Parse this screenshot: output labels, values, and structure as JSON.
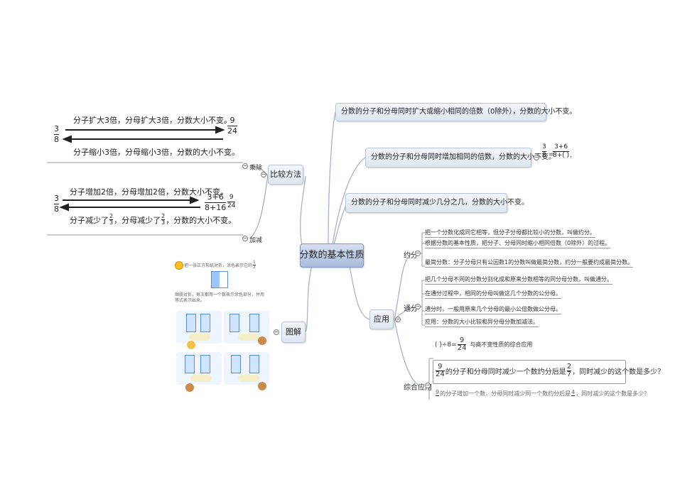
{
  "center": {
    "label": "分数的基本性质"
  },
  "top_rules": [
    {
      "label": "分数的分子和分母同时扩大或缩小相同的倍数（0除外），分数的大小不变。"
    },
    {
      "label": "分数的分子和分母同时增加相同的倍数，分数的大小不变。"
    },
    {
      "label": "分数的分子和分母同时减少几分之几，分数的大小不变。"
    }
  ],
  "rule2_formula": {
    "lhs_num": "3",
    "lhs_den": "8",
    "eq": "=",
    "rhs_num": "3+6",
    "rhs_den": "8+(  )",
    "tail": ","
  },
  "compare": {
    "label": "比较方法",
    "mul_label": "乘除",
    "add_label": "加减",
    "mul_top": "分子扩大3倍，分母扩大3倍，分数大小不变。",
    "mul_bottom": "分子缩小3倍，分母缩小3倍，分数的大小不变。",
    "mul_left": {
      "num": "3",
      "den": "8"
    },
    "mul_right": {
      "num": "9",
      "den": "24"
    },
    "add_top": "分子增加2倍，分母增加2倍，分数大小不变。",
    "add_bottom_a": "分子减少了",
    "add_bottom_b": "，分母减少了",
    "add_bottom_c": "，分数的大小不变。",
    "add_bottom_frac": {
      "num": "2",
      "den": "3"
    },
    "add_left": {
      "num": "3",
      "den": "8"
    },
    "add_right": {
      "num": "3+6",
      "den": "8+16"
    },
    "add_right2": {
      "num": "9",
      "den": "24"
    }
  },
  "diagram": {
    "label": "图解",
    "caption": "把一张正方形纸对折，涂色表示它的",
    "caption_frac": {
      "num": "1",
      "den": "2"
    },
    "note": "继续对折，每次都用一个数表示涂色部分，并用等式表示出来。"
  },
  "apply": {
    "label": "应用",
    "yuefen": {
      "label": "约分",
      "items": [
        "把一个分数化成同它相等，但分子分母都比较小的分数，叫做约分。",
        "根据分数的基本性质，把分子、分母同时缩小相同倍数（0除外）的过程。",
        "最简分数：分子分母只有公因数1的分数叫做最简分数，约分一般要约成最简分数。"
      ]
    },
    "tongfen": {
      "label": "通分",
      "items": [
        "把几个分母不同的分数分别化成和原来分数相等的同分母分数，叫做通分。",
        "在通分过程中，相同的分母叫做这几个分数的公分母。",
        "通分时，一般用原来几个分母的最小公倍数做公分母。",
        "应用：分数的大小比较和异分母分数加减法。"
      ]
    },
    "zonghe": {
      "label": "综合应用",
      "eq_a": "(    )÷8=",
      "eq_frac": {
        "num": "9",
        "den": "24"
      },
      "eq_b": "与商不变性质的综合应用",
      "q1_frac": {
        "num": "9",
        "den": "24"
      },
      "q1_a": "的分子和分母同时减少一个数约分后是",
      "q1_frac2": {
        "num": "2",
        "den": "7"
      },
      "q1_b": "，同时减少的这个数是多少？",
      "q2_frac": {
        "num": "9",
        "den": ""
      },
      "q2_a": "的分子增加一个数，分母同时减少同一个数约分后是",
      "q2_frac2": {
        "num": "4",
        "den": ""
      },
      "q2_b": "，同时减少的这个数是多少？"
    }
  },
  "toggle_symbol": "−",
  "colors": {
    "node_border": "#b7c3d6",
    "center_fill": "#a8badb",
    "link": "#a9b4c6"
  }
}
